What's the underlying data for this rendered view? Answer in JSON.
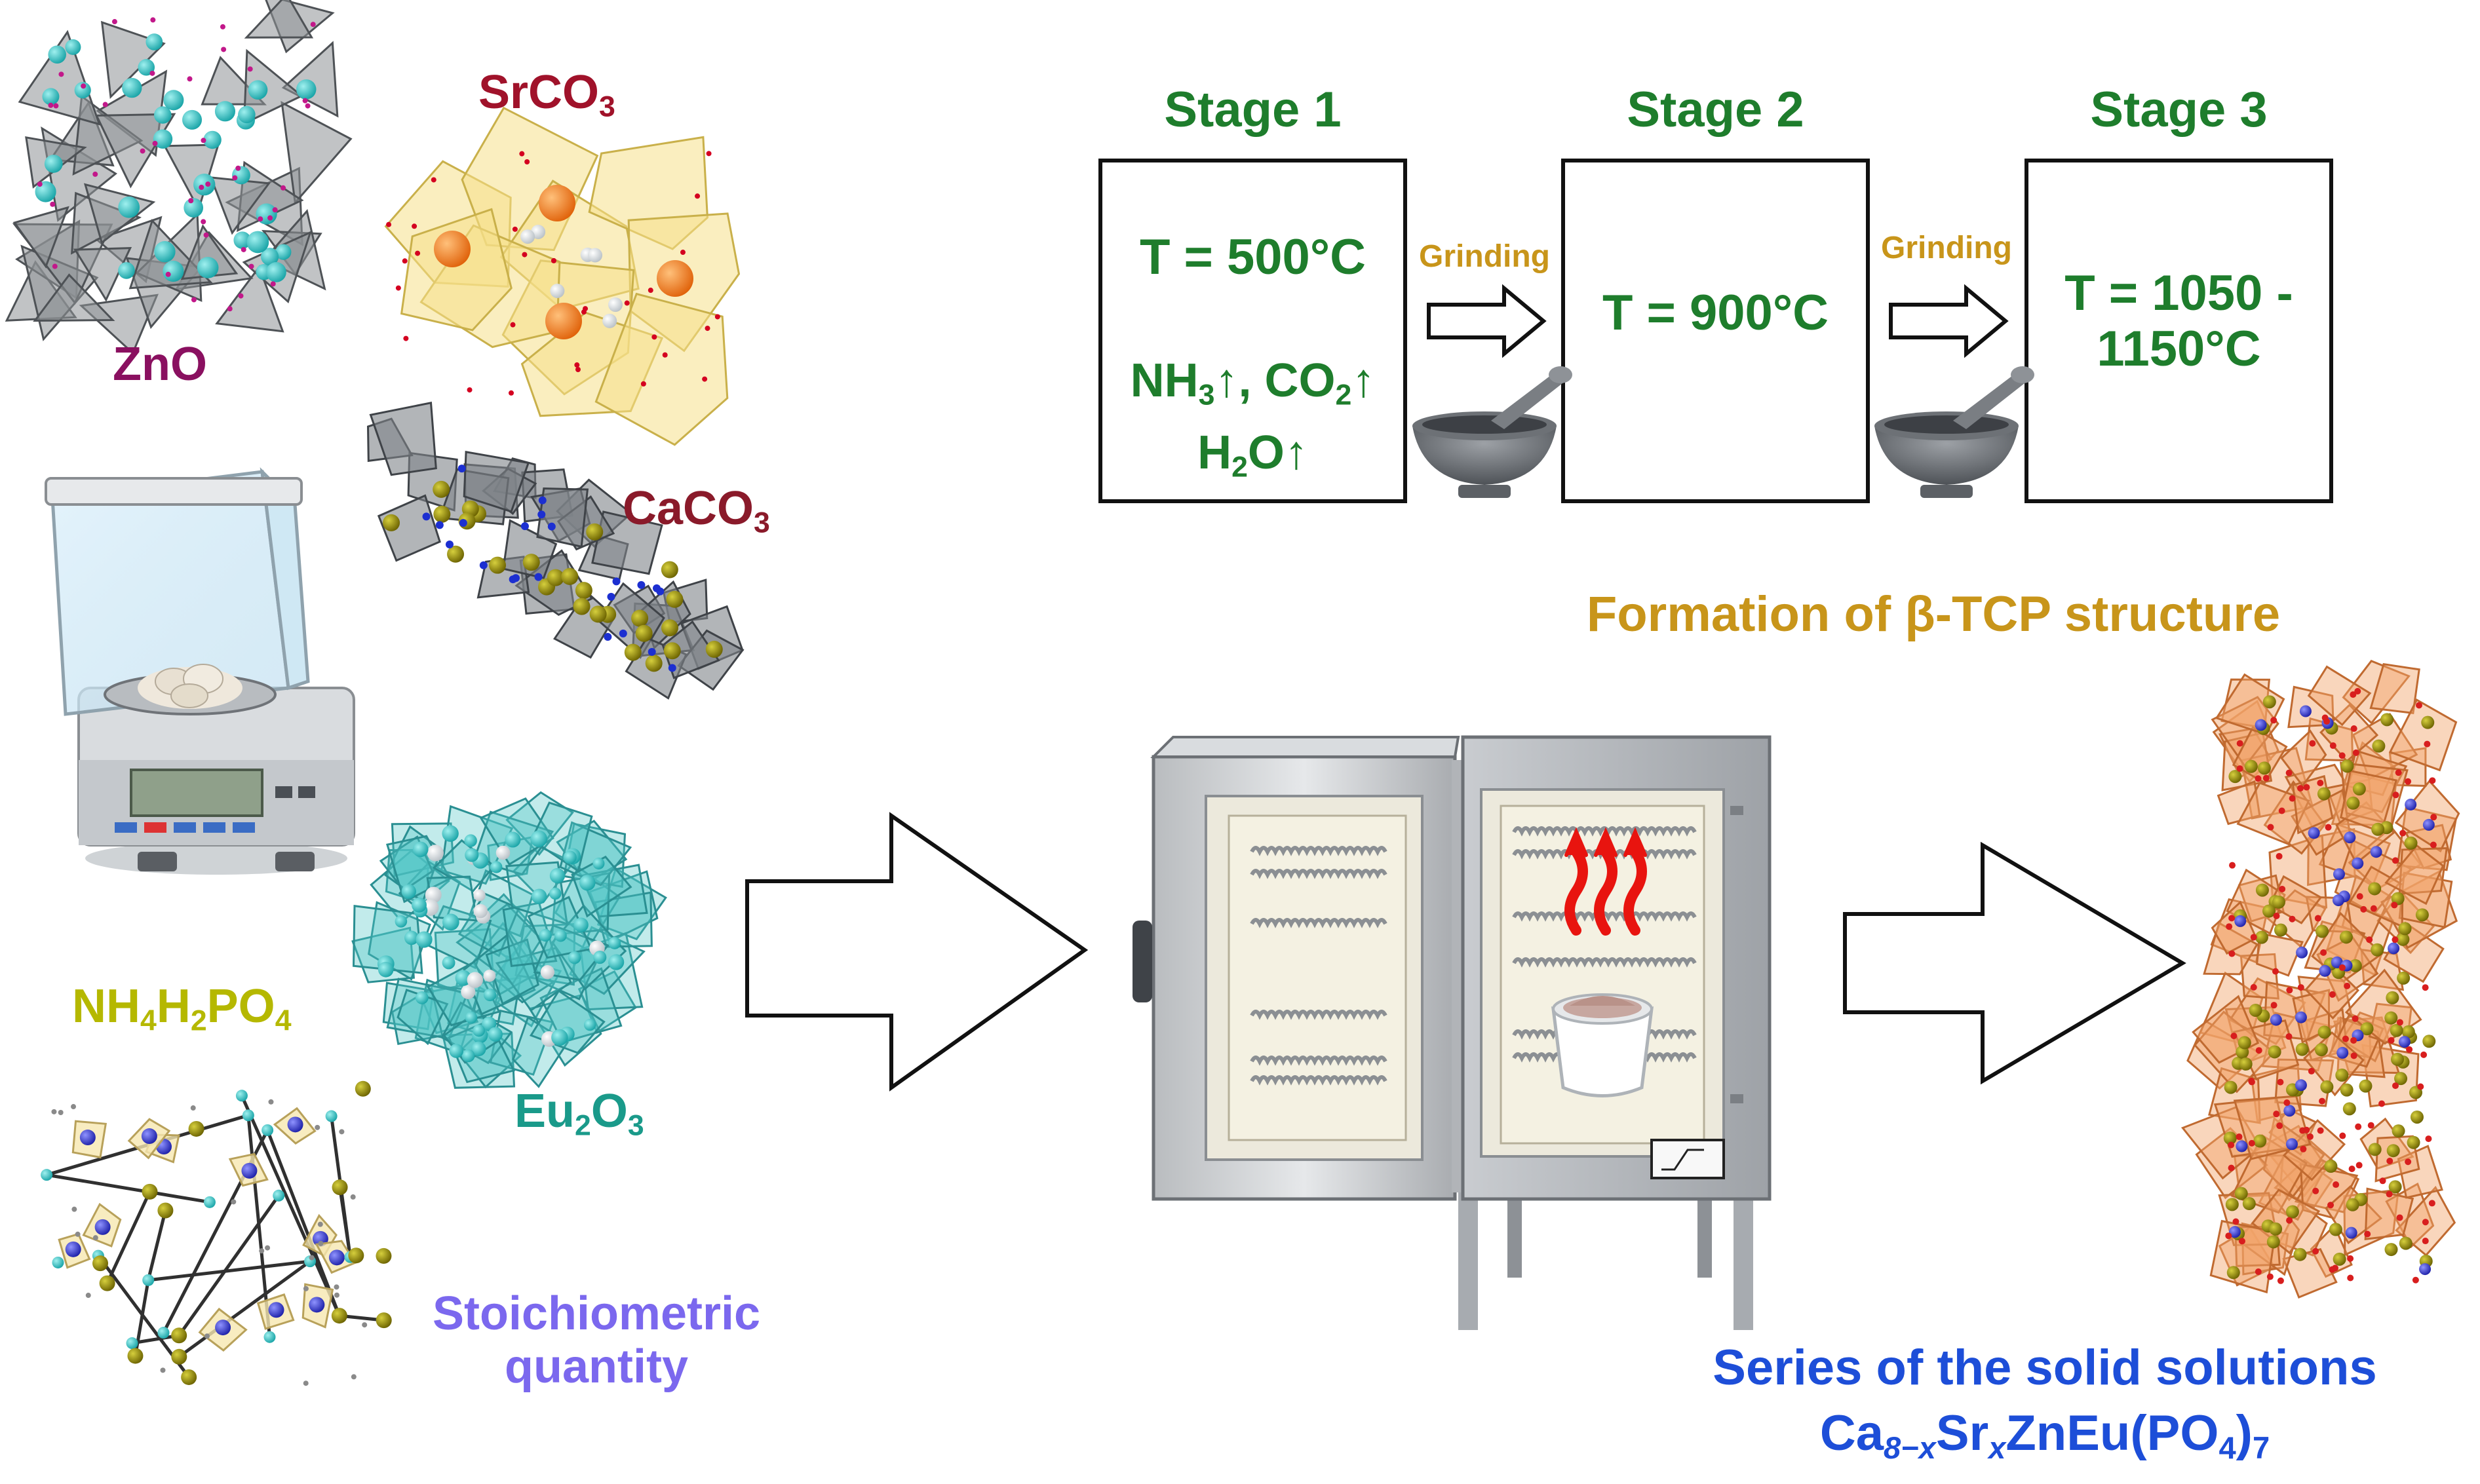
{
  "colors": {
    "zno": "#8a1060",
    "srco3": "#a0122a",
    "caco3": "#8a1a2a",
    "eu2o3": "#1a9a8a",
    "nh4h2po4": "#b5b800",
    "stoich": "#7b68ee",
    "stage": "#1e7d2c",
    "grinding": "#c8951a",
    "formation": "#c8951a",
    "series": "#1d4ed8",
    "heat": "#e8140f"
  },
  "reagents": {
    "zno": {
      "a": "ZnO"
    },
    "srco3": {
      "a": "SrCO",
      "b": "3"
    },
    "caco3": {
      "a": "CaCO",
      "b": "3"
    },
    "eu2o3": {
      "a": "Eu",
      "b": "2",
      "c": "O",
      "d": "3"
    },
    "nh4h2po4": {
      "a": "NH",
      "b": "4",
      "c": "H",
      "d": "2",
      "e": "PO",
      "f": "4"
    }
  },
  "stoich": {
    "line1": "Stoichiometric",
    "line2": "quantity"
  },
  "stages": [
    {
      "title": "Stage 1",
      "temp": "T = 500°C",
      "gas1": {
        "a": "NH",
        "b": "3",
        "c": "↑, CO",
        "d": "2",
        "e": "↑"
      },
      "gas2": {
        "a": "H",
        "b": "2",
        "c": "O↑"
      }
    },
    {
      "title": "Stage 2",
      "temp": "T = 900°C"
    },
    {
      "title": "Stage 3",
      "temp1": "T = 1050 -",
      "temp2": "1150°C"
    }
  ],
  "grinding": [
    "Grinding",
    "Grinding"
  ],
  "formation": "Formation of β-TCP structure",
  "series": {
    "line1": "Series of the solid solutions",
    "formula": {
      "a": "Ca",
      "b": "8−x",
      "c": "Sr",
      "d": "x",
      "e": "ZnEu(PO",
      "f": "4",
      "g": ")",
      "h": "7"
    }
  },
  "icons": [
    "zno-crystal-icon",
    "srco3-crystal-icon",
    "caco3-crystal-icon",
    "eu2o3-crystal-icon",
    "nh4h2po4-molecule-icon",
    "analytical-balance-icon",
    "mortar-pestle-icon",
    "muffle-furnace-icon",
    "heat-waves-icon",
    "crucible-icon",
    "beta-tcp-structure-icon",
    "process-arrow-icon"
  ]
}
